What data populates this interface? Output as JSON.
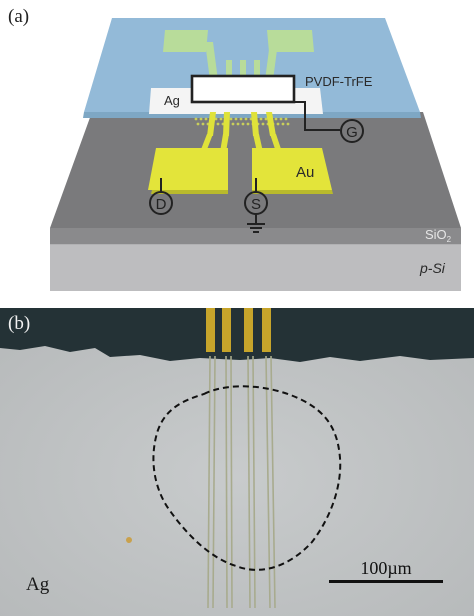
{
  "panel_a": {
    "label": "(a)",
    "layer_pvdf": "PVDF-TrFE",
    "electrode_ag": "Ag",
    "electrode_au": "Au",
    "terminal_gate": "G",
    "terminal_drain": "D",
    "terminal_source": "S",
    "layer_sio2": "SiO",
    "layer_sio2_subscript": "2",
    "layer_substrate": "p-Si"
  },
  "panel_b": {
    "label": "(b)",
    "region_label": "Ag",
    "scale_bar_label": "100µm"
  },
  "colors": {
    "pvdf_blue": "#8fb8d6",
    "gold": "#d8dc38",
    "sio2_gray": "#7e7e80",
    "substrate_gray": "#b7b7b9",
    "micrograph_bg": "#c3c6c7"
  }
}
